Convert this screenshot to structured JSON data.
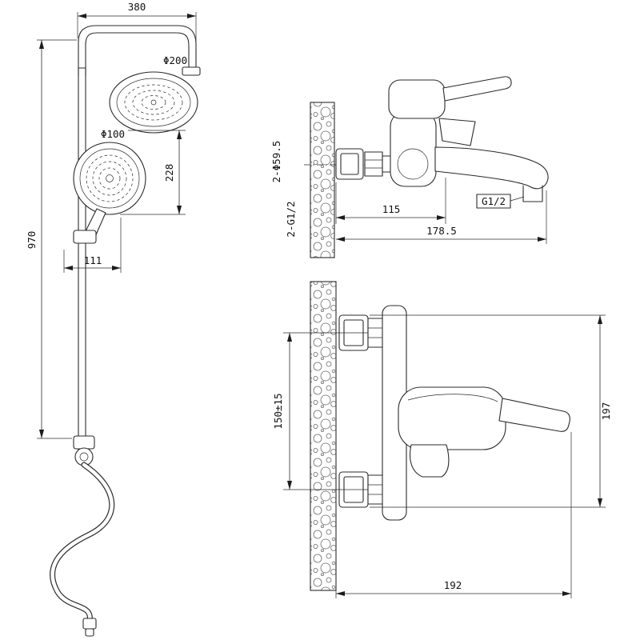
{
  "drawing": {
    "shower_set": {
      "dim_arm_width": "380",
      "dim_bar_height": "970",
      "dim_head_to_handshower": "228",
      "dim_bracket_offset": "111",
      "overhead_diameter": "Φ200",
      "handshower_diameter": "Φ100"
    },
    "mixer_side": {
      "flange_note": "2-Φ59.5",
      "inlet_note": "2-G1/2",
      "dim_wall_to_handle": "115",
      "dim_spout_reach": "178.5",
      "outlet_thread": "G1/2"
    },
    "mixer_front": {
      "dim_inlet_spacing": "150±15",
      "dim_overall_height": "197",
      "dim_overall_width": "192"
    }
  },
  "colors": {
    "line": "#2b2b2b",
    "background": "#ffffff"
  }
}
